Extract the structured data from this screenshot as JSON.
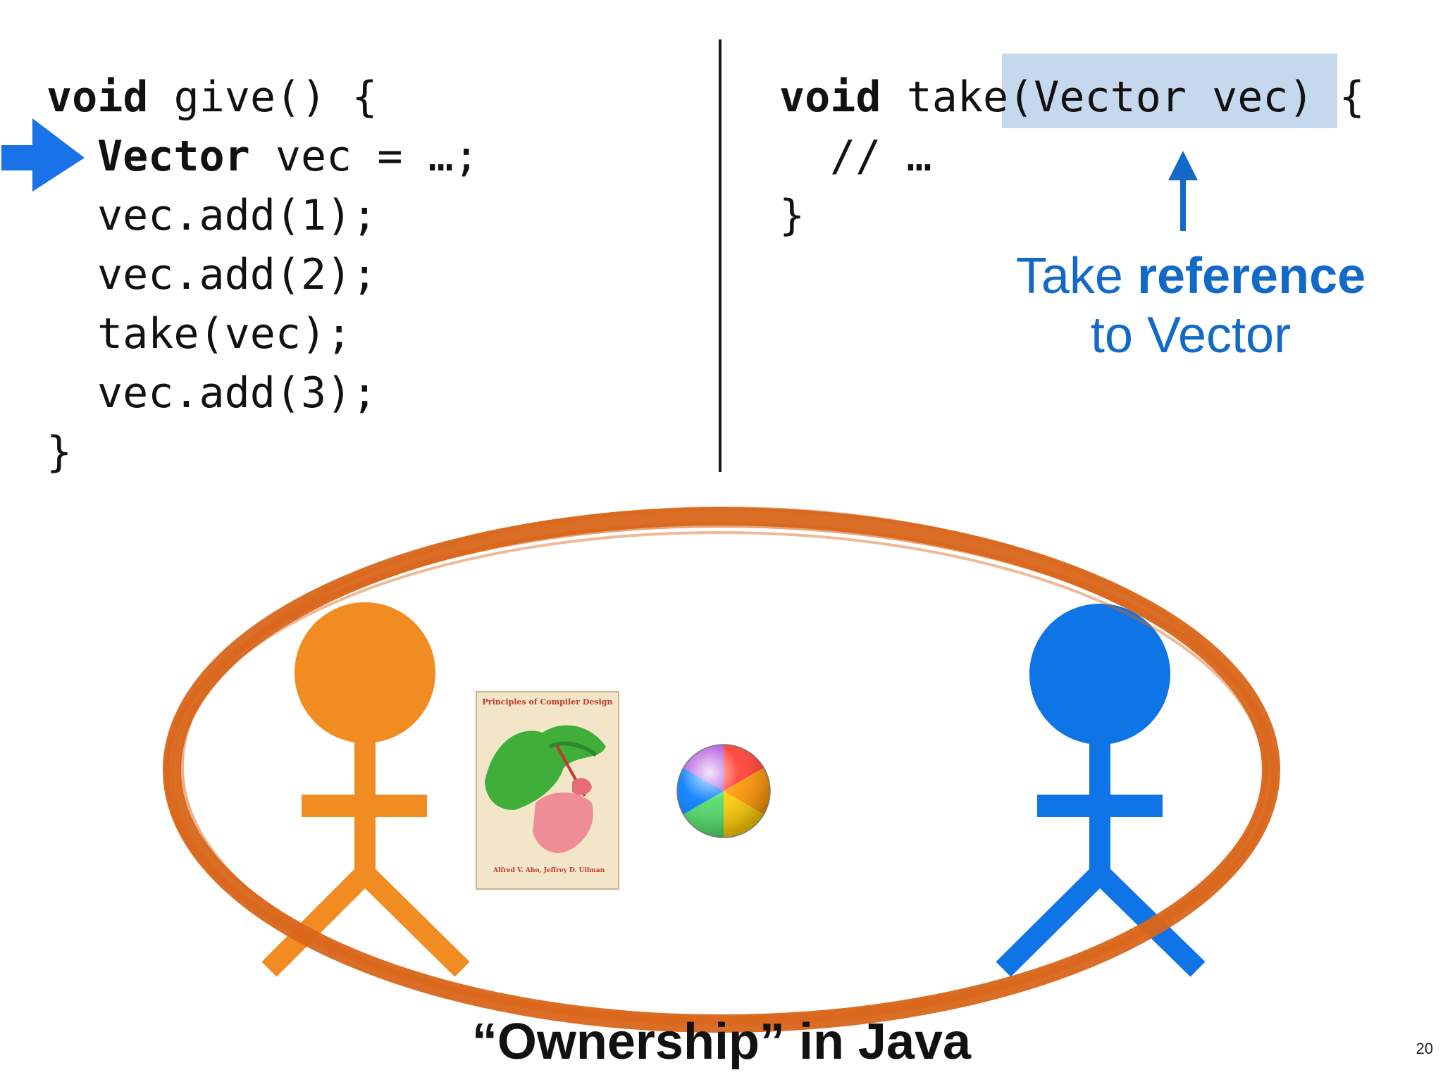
{
  "slide": {
    "caption": "“Ownership” in Java",
    "page_number": "20"
  },
  "left_code": {
    "lines": [
      {
        "keyword": "void",
        "rest": " give() {"
      },
      {
        "keyword": "Vector",
        "rest": " vec = …;"
      },
      {
        "keyword": "",
        "rest": "vec.add(1);"
      },
      {
        "keyword": "",
        "rest": "vec.add(2);"
      },
      {
        "keyword": "",
        "rest": "take(vec);"
      },
      {
        "keyword": "",
        "rest": "vec.add(3);"
      },
      {
        "keyword": "",
        "rest": "}"
      }
    ],
    "current_line_marker": "arrow-right-icon"
  },
  "right_code": {
    "lines": [
      {
        "keyword": "void",
        "rest": " take(Vector vec) {"
      },
      {
        "keyword": "",
        "rest": "// …"
      },
      {
        "keyword": "",
        "rest": "}"
      }
    ],
    "highlighted_text": "(Vector vec)"
  },
  "annotation": {
    "prefix": "Take ",
    "emphasis": "reference",
    "line2": "to Vector"
  },
  "illustration": {
    "left_figure": "orange-stick-figure-icon",
    "right_figure": "blue-stick-figure-icon",
    "book_title": "Principles of Compiler Design",
    "book_authors": "Alfred V. Aho, Jeffrey D. Ullman",
    "ball": "rainbow-ball-icon",
    "ring": "orange-brush-ellipse",
    "colors": {
      "orange": "#f08c21",
      "ring": "#d9661a",
      "blue": "#0f74e6",
      "arrow": "#1a72e8",
      "annotation": "#1369c7",
      "highlight": "#c5d8ee"
    }
  }
}
